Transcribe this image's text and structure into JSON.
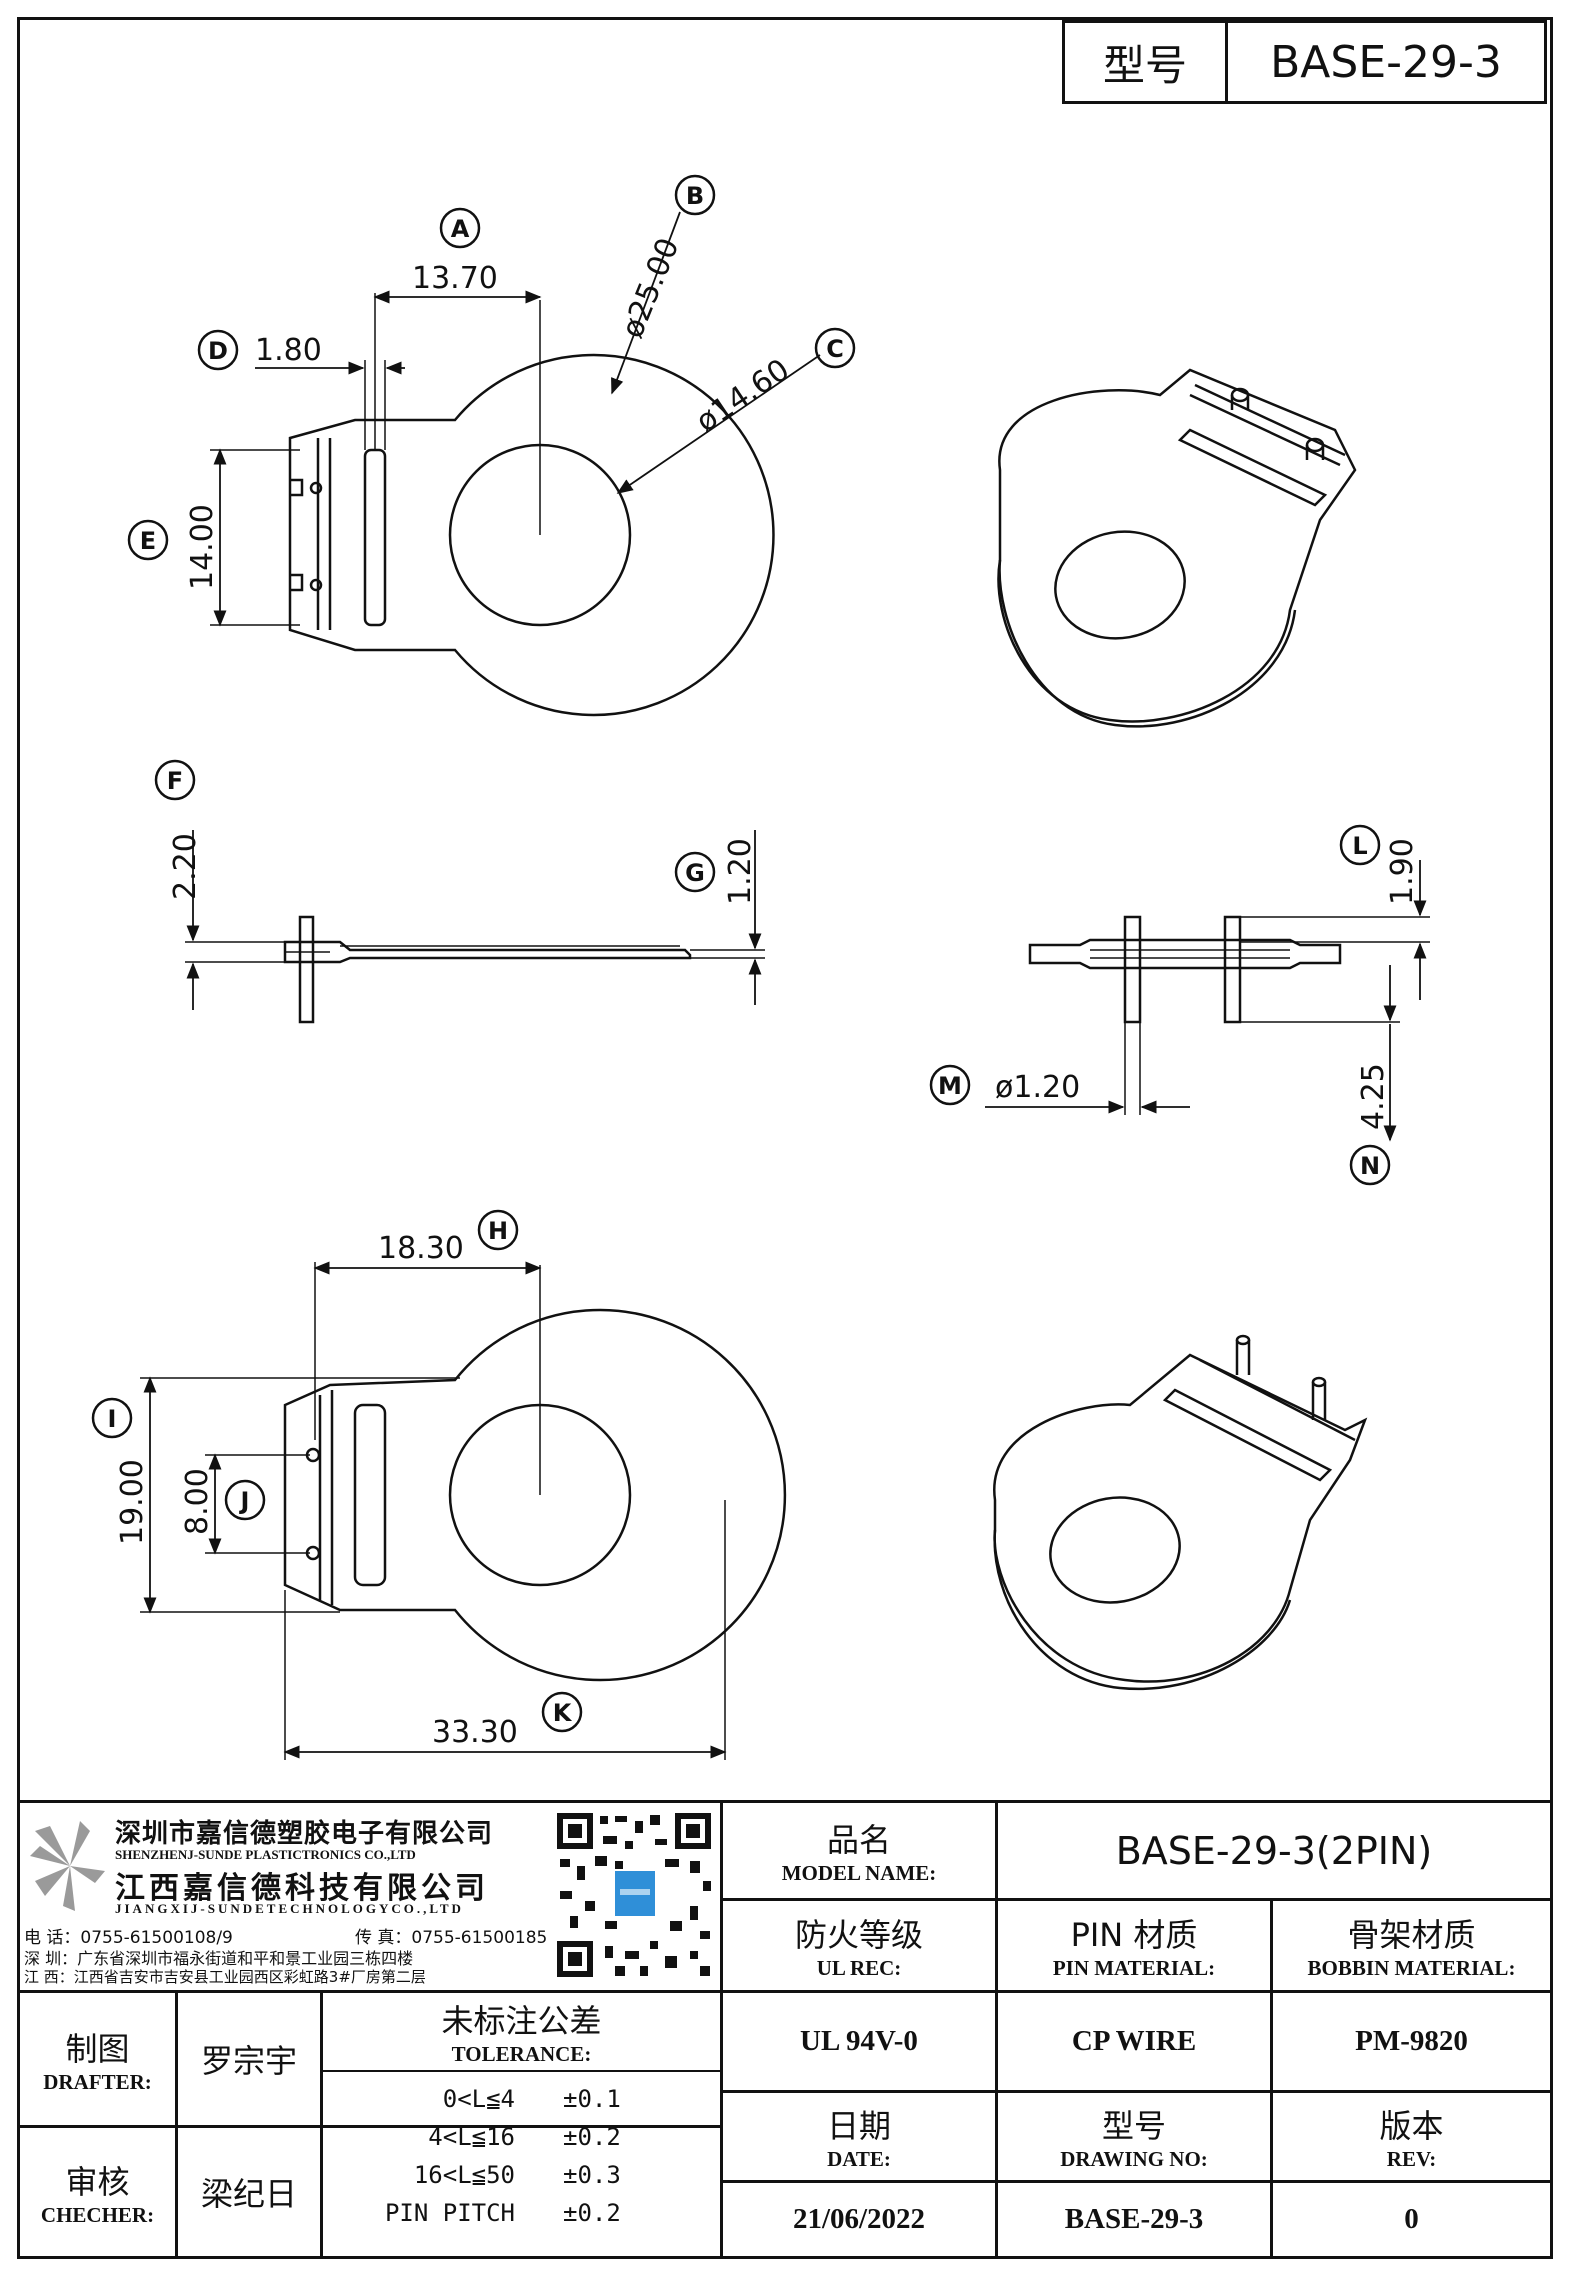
{
  "model_box": {
    "label": "型号",
    "value": "BASE-29-3"
  },
  "dimensions": {
    "A": {
      "value": "13.70",
      "bubble": "A"
    },
    "B": {
      "value": "ø25.00",
      "bubble": "B"
    },
    "C": {
      "value": "ø14.60",
      "bubble": "C"
    },
    "D": {
      "value": "1.80",
      "bubble": "D"
    },
    "E": {
      "value": "14.00",
      "bubble": "E"
    },
    "F": {
      "value": "2.20",
      "bubble": "F"
    },
    "G": {
      "value": "1.20",
      "bubble": "G"
    },
    "H": {
      "value": "18.30",
      "bubble": "H"
    },
    "I": {
      "value": "19.00",
      "bubble": "I"
    },
    "J": {
      "value": "8.00",
      "bubble": "J"
    },
    "K": {
      "value": "33.30",
      "bubble": "K"
    },
    "L": {
      "value": "1.90",
      "bubble": "L"
    },
    "M": {
      "value": "ø1.20",
      "bubble": "M"
    },
    "N": {
      "value": "4.25",
      "bubble": "N"
    }
  },
  "company": {
    "name_cn_1": "深圳市嘉信德塑胶电子有限公司",
    "name_en_1": "SHENZHENJ-SUNDE PLASTICTRONICS CO.,LTD",
    "name_cn_2": "江西嘉信德科技有限公司",
    "name_en_2": "JIANGXIJ-SUNDETECHNOLOGYCO.,LTD",
    "phone": "电 话：0755-61500108/9",
    "fax": "传 真：0755-61500185",
    "addr_sz": "深 圳：广东省深圳市福永街道和平和景工业园三栋四楼",
    "addr_jx": "江 西：江西省吉安市吉安县工业园西区彩虹路3#厂房第二层"
  },
  "titleblock": {
    "model_name_cn": "品名",
    "model_name_en": "MODEL NAME:",
    "model_name_value": "BASE-29-3(2PIN)",
    "ul_cn": "防火等级",
    "ul_en": "UL REC:",
    "pin_cn": "PIN 材质",
    "pin_en": "PIN MATERIAL:",
    "bobbin_cn": "骨架材质",
    "bobbin_en": "BOBBIN MATERIAL:",
    "ul_value": "UL 94V-0",
    "pin_value": "CP WIRE",
    "bobbin_value": "PM-9820",
    "date_cn": "日期",
    "date_en": "DATE:",
    "drawing_cn": "型号",
    "drawing_en": "DRAWING NO:",
    "rev_cn": "版本",
    "rev_en": "REV:",
    "date_value": "21/06/2022",
    "drawing_value": "BASE-29-3",
    "rev_value": "0",
    "drafter_cn": "制图",
    "drafter_en": "DRAFTER:",
    "drafter_name": "罗宗宇",
    "checker_cn": "审核",
    "checker_en": "CHECHER:",
    "checker_name": "梁纪日",
    "tolerance_cn": "未标注公差",
    "tolerance_en": "TOLERANCE:",
    "tolerances": [
      {
        "range": "0<L≦4",
        "tol": "±0.1"
      },
      {
        "range": "4<L≦16",
        "tol": "±0.2"
      },
      {
        "range": "16<L≦50",
        "tol": "±0.3"
      },
      {
        "range": "PIN PITCH",
        "tol": "±0.2"
      }
    ]
  }
}
